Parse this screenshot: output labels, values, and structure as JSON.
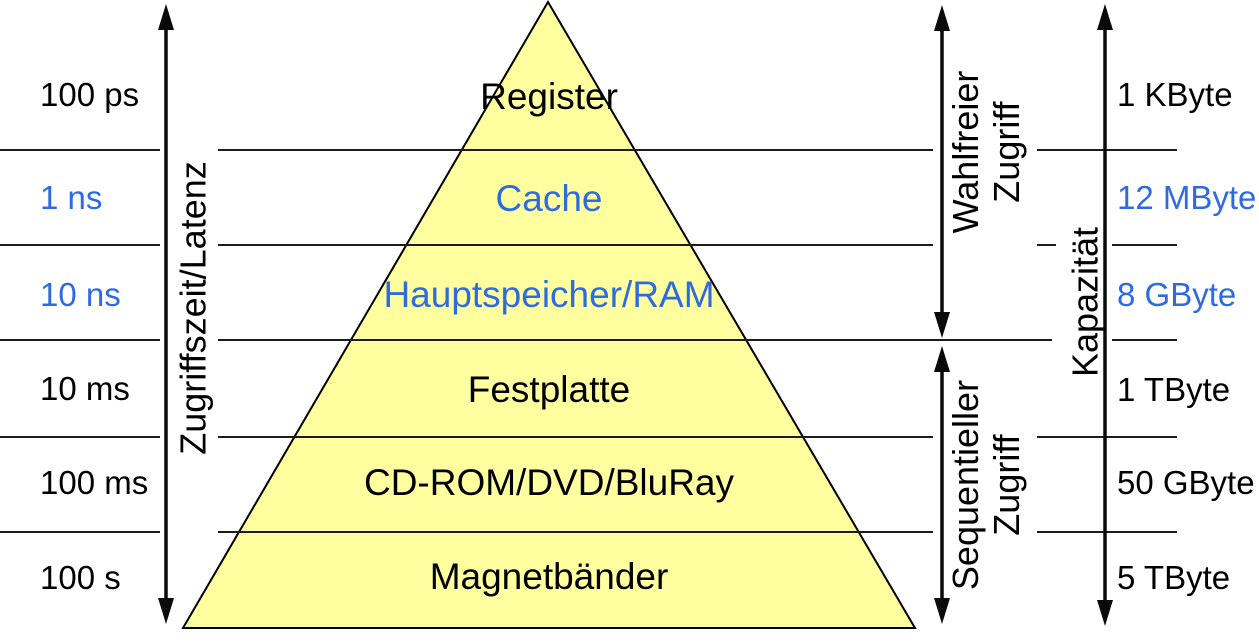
{
  "axes": {
    "latency": {
      "label": "Zugriffszeit/Latenz"
    },
    "random_access": {
      "line1": "Wahlfreier",
      "line2": "Zugriff"
    },
    "sequential_access": {
      "line1": "Sequentieller",
      "line2": "Zugriff"
    },
    "capacity": {
      "label": "Kapazität"
    }
  },
  "levels": [
    {
      "name": "Register",
      "latency": "100 ps",
      "capacity": "1 KByte",
      "highlighted": false
    },
    {
      "name": "Cache",
      "latency": "1 ns",
      "capacity": "12 MByte",
      "highlighted": true
    },
    {
      "name": "Hauptspeicher/RAM",
      "latency": "10 ns",
      "capacity": "8 GByte",
      "highlighted": true
    },
    {
      "name": "Festplatte",
      "latency": "10 ms",
      "capacity": "1 TByte",
      "highlighted": false
    },
    {
      "name": "CD-ROM/DVD/BluRay",
      "latency": "100 ms",
      "capacity": "50 GByte",
      "highlighted": false
    },
    {
      "name": "Magnetbänder",
      "latency": "100 s",
      "capacity": "5 TByte",
      "highlighted": false
    }
  ],
  "colors": {
    "pyramid_fill": "#FFFFA0",
    "pyramid_stroke": "#000000",
    "highlight_text": "#2E6BE2",
    "default_text": "#000000"
  }
}
